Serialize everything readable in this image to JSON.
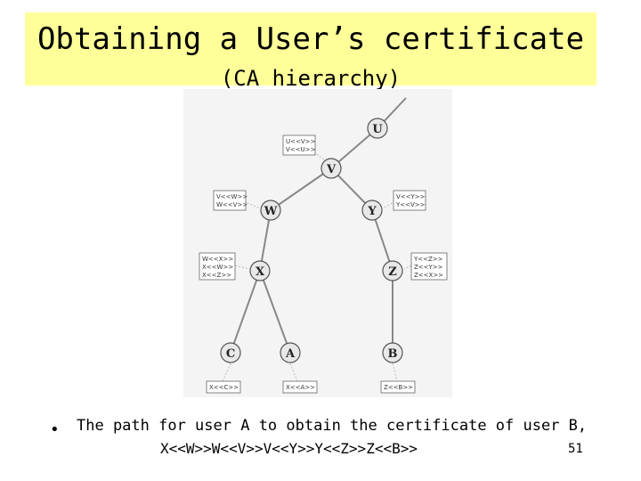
{
  "title": {
    "line1": "Obtaining a User’s certificate",
    "line2": "(CA hierarchy)"
  },
  "diagram": {
    "nodes": {
      "U": "U",
      "V": "V",
      "W": "W",
      "Y": "Y",
      "X": "X",
      "Z": "Z",
      "C": "C",
      "A": "A",
      "B": "B"
    },
    "certs": {
      "v": [
        "U<<V>>",
        "V<<U>>"
      ],
      "w": [
        "V<<W>>",
        "W<<V>>"
      ],
      "y": [
        "V<<Y>>",
        "Y<<V>>"
      ],
      "x": [
        "W<<X>>",
        "X<<W>>",
        "X<<Z>>"
      ],
      "z": [
        "Y<<Z>>",
        "Z<<Y>>",
        "Z<<X>>"
      ],
      "c": [
        "X<<C>>"
      ],
      "a": [
        "X<<A>>"
      ],
      "b": [
        "Z<<B>>"
      ]
    }
  },
  "body": {
    "bullet": "•",
    "line1": "The path for user A to obtain the certificate of user B,",
    "line2": "X<<W>>W<<V>>V<<Y>>Y<<Z>>Z<<B>>"
  },
  "page_number": "51"
}
